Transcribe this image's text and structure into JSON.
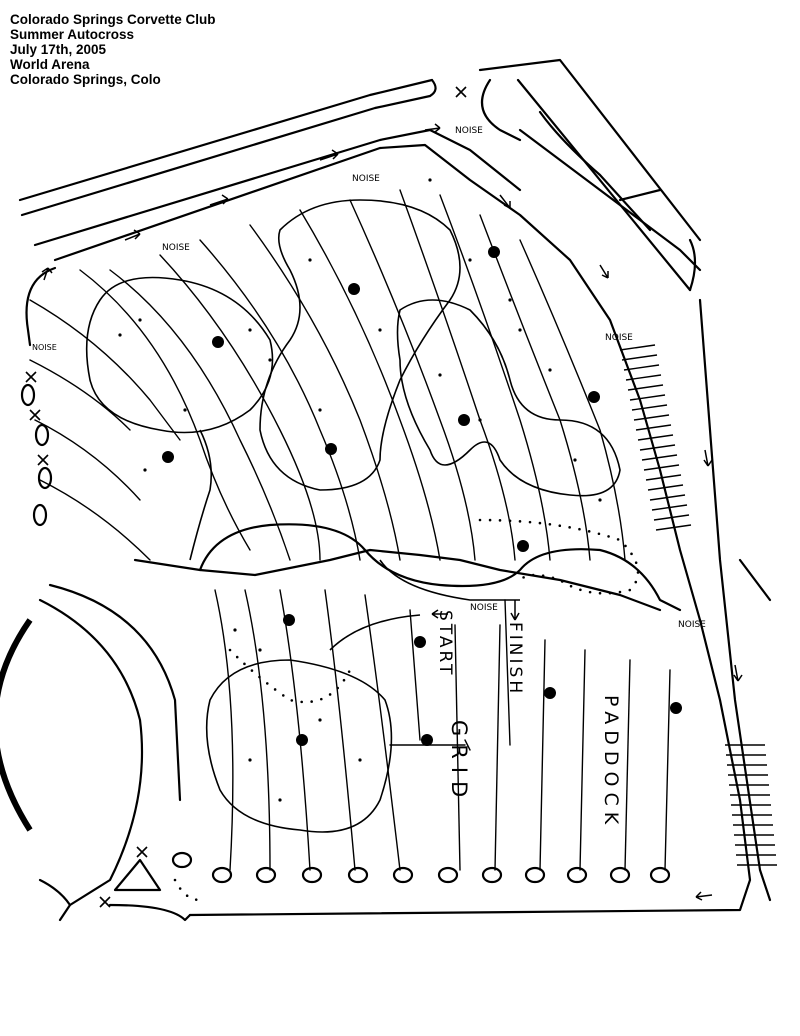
{
  "header": {
    "lines": [
      "Colorado Springs Corvette Club",
      "Summer Autocross",
      "July 17th, 2005",
      "World Arena",
      "Colorado Springs, Colo"
    ]
  },
  "map": {
    "labels": {
      "start": "START",
      "finish": "FINISH",
      "grid": "GRID",
      "paddock": "PADDOCK",
      "noise": "NOISE"
    },
    "icons": [
      "arrow-icon",
      "cross-mark-icon",
      "pylon-dot-icon"
    ]
  }
}
